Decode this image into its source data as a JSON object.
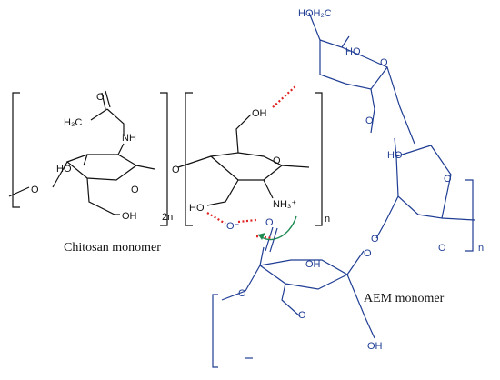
{
  "colors": {
    "chitosan": "#111111",
    "aem": "#1f3d94",
    "hbond": "#e02020",
    "arrow": "#1e8a52"
  },
  "chitosan": {
    "caption": "Chitosan monomer",
    "acetyl": "H₃C",
    "o_carbonyl": "O",
    "nh": "NH",
    "ho_left": "HO",
    "o_ring_left": "O",
    "o_glycosidic_left": "O",
    "oh_bottom": "OH",
    "repeat_n": "2n",
    "o_link": "O",
    "oh_top": "OH",
    "ho_mid": "HO",
    "o_ring_right": "O",
    "nh3": "NH₃⁺",
    "repeat_n2": "n"
  },
  "aem": {
    "caption": "AEM monomer",
    "hoh2c": "HOH₂C",
    "ho_top": "HO",
    "o_ring_top": "O",
    "o_link_1": "O",
    "ho_right": "HO",
    "o_ring_right": "O",
    "o_link_2": "O",
    "repeat_n": "n",
    "o_carboxylate": "O⁻",
    "o_carbonyl": "O",
    "oh_bottom_top": "OH",
    "o_link_left": "O",
    "o_ring_bottom": "O",
    "o_link_bottom": "O",
    "oh_bottom": "OH"
  }
}
